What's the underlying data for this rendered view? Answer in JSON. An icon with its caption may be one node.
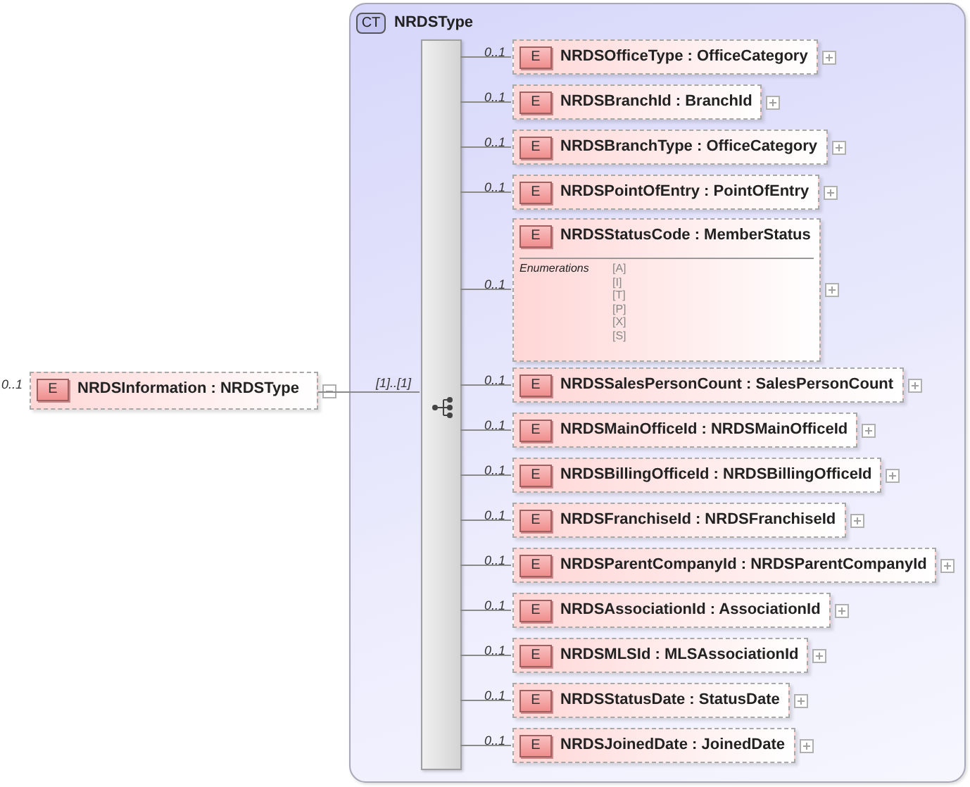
{
  "diagram": {
    "nodes": [
      {
        "text": [
          "E",
          "NRDSInformation : NRDSType"
        ],
        "beside": [
          "0..1"
        ]
      },
      {
        "text": [
          "CT",
          "NRDSType"
        ]
      },
      {
        "text": [],
        "shape": "bar",
        "in": 1
      },
      {
        "text": [
          "E",
          "NRDSOfficeType : OfficeCategory"
        ],
        "beside": [
          "0..1"
        ],
        "in": 1
      },
      {
        "text": [
          "E",
          "NRDSBranchId : BranchId"
        ],
        "beside": [
          "0..1"
        ],
        "in": 1
      },
      {
        "text": [
          "E",
          "NRDSBranchType : OfficeCategory"
        ],
        "beside": [
          "0..1"
        ],
        "in": 1
      },
      {
        "text": [
          "E",
          "NRDSPointOfEntry : PointOfEntry"
        ],
        "beside": [
          "0..1"
        ],
        "in": 1
      },
      {
        "text": [
          "E",
          "NRDSStatusCode : MemberStatus",
          "Enumerations",
          "[A]",
          "[I]",
          "[T]",
          "[P]",
          "[X]",
          "[S]"
        ],
        "beside": [
          "0..1"
        ],
        "in": 1
      },
      {
        "text": [
          "E",
          "NRDSSalesPersonCount : SalesPersonCount"
        ],
        "beside": [
          "0..1"
        ],
        "in": 1
      },
      {
        "text": [
          "E",
          "NRDSMainOfficeId : NRDSMainOfficeId"
        ],
        "beside": [
          "0..1"
        ],
        "in": 1
      },
      {
        "text": [
          "E",
          "NRDSBillingOfficeId : NRDSBillingOfficeId"
        ],
        "beside": [
          "0..1"
        ],
        "in": 1
      },
      {
        "text": [
          "E",
          "NRDSFranchiseId : NRDSFranchiseId"
        ],
        "beside": [
          "0..1"
        ],
        "in": 1
      },
      {
        "text": [
          "E",
          "NRDSParentCompanyId : NRDSParentCompanyId"
        ],
        "beside": [
          "0..1"
        ],
        "in": 1
      },
      {
        "text": [
          "E",
          "NRDSAssociationId : AssociationId"
        ],
        "beside": [
          "0..1"
        ],
        "in": 1
      },
      {
        "text": [
          "E",
          "NRDSMLSId : MLSAssociationId"
        ],
        "beside": [
          "0..1"
        ],
        "in": 1
      },
      {
        "text": [
          "E",
          "NRDSStatusDate : StatusDate"
        ],
        "beside": [
          "0..1"
        ],
        "in": 1
      },
      {
        "text": [
          "E",
          "NRDSJoinedDate : JoinedDate"
        ],
        "beside": [
          "0..1"
        ],
        "in": 1
      }
    ],
    "edges": [
      {
        "from": 0,
        "to": 2,
        "arrow": "none",
        "label": "[1]..[1]"
      },
      {
        "from": 2,
        "to": 3,
        "arrow": "none"
      },
      {
        "from": 2,
        "to": 4,
        "arrow": "none"
      },
      {
        "from": 2,
        "to": 5,
        "arrow": "none"
      },
      {
        "from": 2,
        "to": 6,
        "arrow": "none"
      },
      {
        "from": 2,
        "to": 7,
        "arrow": "none"
      },
      {
        "from": 2,
        "to": 8,
        "arrow": "none"
      },
      {
        "from": 2,
        "to": 9,
        "arrow": "none"
      },
      {
        "from": 2,
        "to": 10,
        "arrow": "none"
      },
      {
        "from": 2,
        "to": 11,
        "arrow": "none"
      },
      {
        "from": 2,
        "to": 12,
        "arrow": "none"
      },
      {
        "from": 2,
        "to": 13,
        "arrow": "none"
      },
      {
        "from": 2,
        "to": 14,
        "arrow": "none"
      },
      {
        "from": 2,
        "to": 15,
        "arrow": "none"
      },
      {
        "from": 2,
        "to": 16,
        "arrow": "none"
      }
    ]
  }
}
